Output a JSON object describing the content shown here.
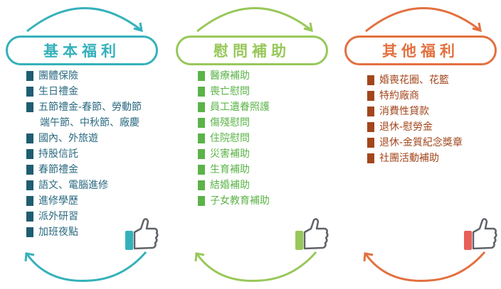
{
  "columns": [
    {
      "title": "基本福利",
      "color": "#35b1bb",
      "bullet_color": "#1f5d72",
      "text_color": "#2b6a80",
      "items": [
        "團體保險",
        "生日禮金",
        "五節禮金-春節、勞動節",
        "端午節、中秋節、廠慶",
        "國內、外旅遊",
        "持股信託",
        "春節禮金",
        "語文、電腦進修",
        "進修學歷",
        "派外研習",
        "加班夜點"
      ],
      "continuation_index": 3
    },
    {
      "title": "慰問補助",
      "color": "#98c85a",
      "bullet_color": "#5bb348",
      "text_color": "#5bb348",
      "items": [
        "醫療補助",
        "喪亡慰問",
        "員工遺眷照護",
        "傷殘慰問",
        "住院慰問",
        "災害補助",
        "生育補助",
        "結婚補助",
        "子女教育補助"
      ]
    },
    {
      "title": "其他福利",
      "color": "#e3703f",
      "bullet_color": "#a2461c",
      "text_color": "#a2461c",
      "items": [
        "婚喪花圈、花籃",
        "特約廠商",
        "消費性貸款",
        "退休-慰勞金",
        "退休-金質紀念獎章",
        "社團活動補助"
      ]
    }
  ],
  "thumb_cuff_colors": [
    "#35b1bb",
    "#98c85a",
    "#e8605a"
  ]
}
